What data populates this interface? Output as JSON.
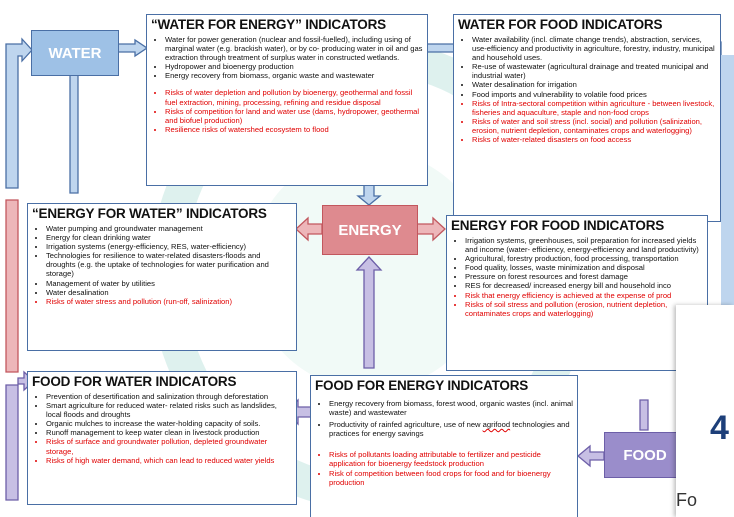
{
  "colors": {
    "water": "#9ec1e6",
    "energy": "#de8a8f",
    "food": "#9a8dcb",
    "red_text": "#e00000",
    "box_border": "#4a6fa5"
  },
  "nodes": {
    "water": "WATER",
    "energy": "ENERGY",
    "food": "FOOD"
  },
  "water_for_energy": {
    "title": "“WATER FOR ENERGY” INDICATORS",
    "items": [
      {
        "text": "Water for power generation (nuclear and fossil-fuelled), including using of marginal water (e.g. brackish water), or by co- producing water in oil and gas extraction through treatment of surplus water in constructed wetlands.",
        "red": false
      },
      {
        "text": "Hydropower and bioenergy production",
        "red": false
      },
      {
        "text": "Energy recovery from biomass, organic waste and wastewater",
        "red": false
      },
      {
        "text": "Risks of water depletion and pollution by bioenergy, geothermal and fossil fuel extraction, mining, processing, refining and residue disposal",
        "red": true
      },
      {
        "text": "Risks of competition for land and water use (dams, hydropower, geothermal and biofuel production)",
        "red": true
      },
      {
        "text": "Resilience risks of watershed ecosystem to flood",
        "red": true
      }
    ]
  },
  "water_for_food": {
    "title": "WATER FOR FOOD INDICATORS",
    "items": [
      {
        "text": "Water availability (incl. climate change trends), abstraction, services, use-efficiency and productivity in agriculture, forestry, industry, municipal and household uses.",
        "red": false
      },
      {
        "text": "Re-use of wastewater (agricultural drainage and treated municipal and industrial water)",
        "red": false
      },
      {
        "text": "Water desalination for irrigation",
        "red": false
      },
      {
        "text": "Food imports and vulnerability to volatile food prices",
        "red": false
      },
      {
        "text": "Risks of Intra-sectoral competition within agriculture - between livestock, fisheries and aquaculture, staple and non-food crops",
        "red": true
      },
      {
        "text": "Risks of water and soil stress (incl. social) and pollution (salinization, erosion, nutrient depletion, contaminates crops and waterlogging)",
        "red": true
      },
      {
        "text": "Risks of water-related disasters on food access",
        "red": true
      }
    ]
  },
  "energy_for_water": {
    "title": "“ENERGY FOR WATER” INDICATORS",
    "items": [
      {
        "text": "Water pumping and groundwater management",
        "red": false
      },
      {
        "text": "Energy for clean drinking water",
        "red": false
      },
      {
        "text": "Irrigation systems (energy-efficiency, RES, water-efficiency)",
        "red": false
      },
      {
        "text": "Technologies for resilience to water-related disasters-floods and droughts (e.g. the uptake of technologies for water purification and storage)",
        "red": false
      },
      {
        "text": "Management of water by utilities",
        "red": false
      },
      {
        "text": "Water desalination",
        "red": false
      },
      {
        "text": "Risks of water stress and pollution (run-off, salinization)",
        "red": true
      }
    ]
  },
  "energy_for_food": {
    "title": "ENERGY FOR FOOD INDICATORS",
    "items": [
      {
        "text": "Irrigation systems, greenhouses, soil preparation for increased yields and income (water- efficiency, energy-efficiency and land productivity)",
        "red": false
      },
      {
        "text": "Agricultural, forestry production, food processing, transportation",
        "red": false
      },
      {
        "text": "Food quality, losses, waste minimization and disposal",
        "red": false
      },
      {
        "text": "Pressure on forest resources and forest damage",
        "red": false
      },
      {
        "text": "RES for decreased/ increased energy bill and household inco",
        "red": false
      },
      {
        "text": "Risk that energy efficiency is achieved at the expense of prod",
        "red": true
      },
      {
        "text": "Risks of soil stress and pollution (erosion, nutrient depletion, contaminates crops and waterlogging)",
        "red": true
      }
    ]
  },
  "food_for_water": {
    "title": "FOOD FOR WATER INDICATORS",
    "items": [
      {
        "text": "Prevention of desertification and salinization through deforestation",
        "red": false
      },
      {
        "text": "Smart agriculture for reduced water- related risks such as landslides, local floods and droughts",
        "red": false
      },
      {
        "text": "Organic mulches to increase the water-holding capacity of soils.",
        "red": false
      },
      {
        "text": "Runoff management to keep water clean in livestock production",
        "red": false
      },
      {
        "text": "Risks of surface and groundwater pollution, depleted groundwater storage,",
        "red": true
      },
      {
        "text": "Risks of high water demand, which can lead to reduced water yields",
        "red": true
      }
    ]
  },
  "food_for_energy": {
    "title": "FOOD FOR ENERGY INDICATORS",
    "item1": "Energy recovery from biomass, forest wood, organic wastes (incl. animal waste) and wastewater",
    "item2_before": "Productivity of rainfed agriculture, use of new ",
    "item2_word": "agrifood",
    "item2_after": " technologies and practices for energy savings",
    "red_items": [
      "Risks of pollutants loading attributable to fertilizer and pesticide application for bioenergy feedstock production",
      "Risk of competition between food crops for food and for bioenergy production"
    ]
  },
  "side_panel": {
    "big_char": "4",
    "text": "Fo"
  }
}
